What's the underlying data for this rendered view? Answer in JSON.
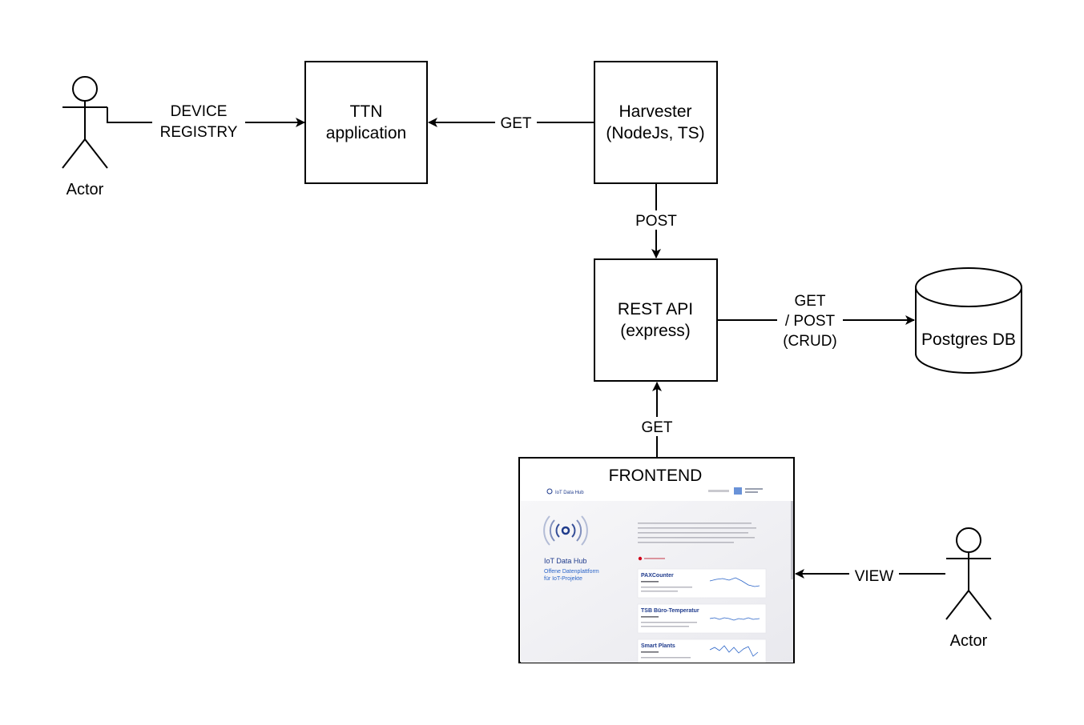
{
  "nodes": {
    "actor_left": "Actor",
    "ttn": [
      "TTN",
      "application"
    ],
    "harvester": [
      "Harvester",
      "(NodeJs, TS)"
    ],
    "rest": [
      "REST API",
      "(express)"
    ],
    "db": "Postgres DB",
    "frontend": "FRONTEND",
    "actor_right": "Actor"
  },
  "edges": {
    "device_registry": [
      "DEVICE",
      "REGISTRY"
    ],
    "get_ttn": "GET",
    "post": "POST",
    "crud": [
      "GET",
      "/ POST",
      "(CRUD)"
    ],
    "get_frontend": "GET",
    "view": "VIEW"
  },
  "screenshot": {
    "brand": "IoT Data Hub",
    "hero_title": "IoT Data Hub",
    "hero_subtitle": [
      "Offene Datenplattform",
      "für IoT-Projekte"
    ],
    "cards": [
      {
        "title": "PAXCounter"
      },
      {
        "title": "TSB Büro-Temperatur"
      },
      {
        "title": "Smart Plants"
      }
    ]
  },
  "colors": {
    "stroke": "#000000",
    "brand_blue": "#1f3b8c",
    "sub_blue": "#2a64c8",
    "red_dot": "#d0021b"
  }
}
